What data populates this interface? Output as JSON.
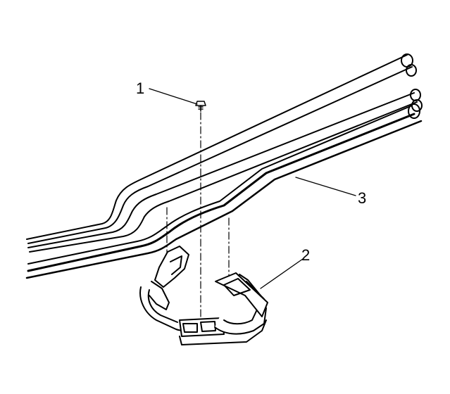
{
  "callouts": {
    "fastener": "1",
    "clip": "2",
    "lines": "3"
  }
}
